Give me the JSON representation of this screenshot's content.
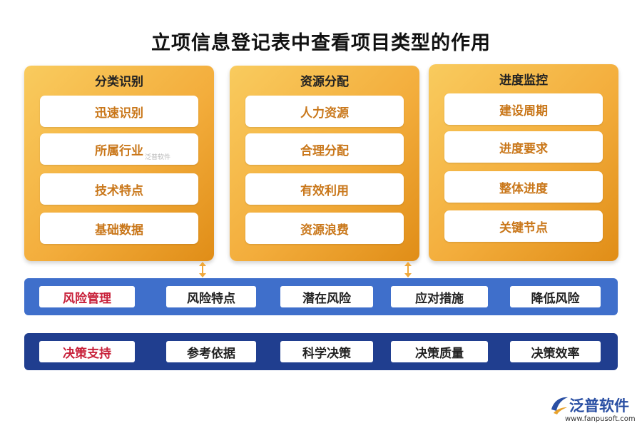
{
  "title": "立项信息登记表中查看项目类型的作用",
  "panels": [
    {
      "heading": "分类识别",
      "items": [
        "迅速识别",
        "所属行业",
        "技术特点",
        "基础数据"
      ]
    },
    {
      "heading": "资源分配",
      "items": [
        "人力资源",
        "合理分配",
        "有效利用",
        "资源浪费"
      ]
    },
    {
      "heading": "进度监控",
      "items": [
        "建设周期",
        "进度要求",
        "整体进度",
        "关键节点"
      ]
    }
  ],
  "risk_row": [
    "风险管理",
    "风险特点",
    "潜在风险",
    "应对措施",
    "降低风险"
  ],
  "decision_row": [
    "决策支持",
    "参考依据",
    "科学决策",
    "决策质量",
    "决策效率"
  ],
  "watermark": "泛普软件",
  "logo": {
    "name": "泛普软件",
    "url": "www.fanpusoft.com"
  },
  "colors": {
    "panel_orange": "#f3ad3c",
    "item_text": "#c9771a",
    "risk_band": "#3f6fcb",
    "decision_band": "#203e8f",
    "lead_chip_text": "#c8213a",
    "arrow": "#f0a83a",
    "logo_blue": "#2a4fa3"
  }
}
